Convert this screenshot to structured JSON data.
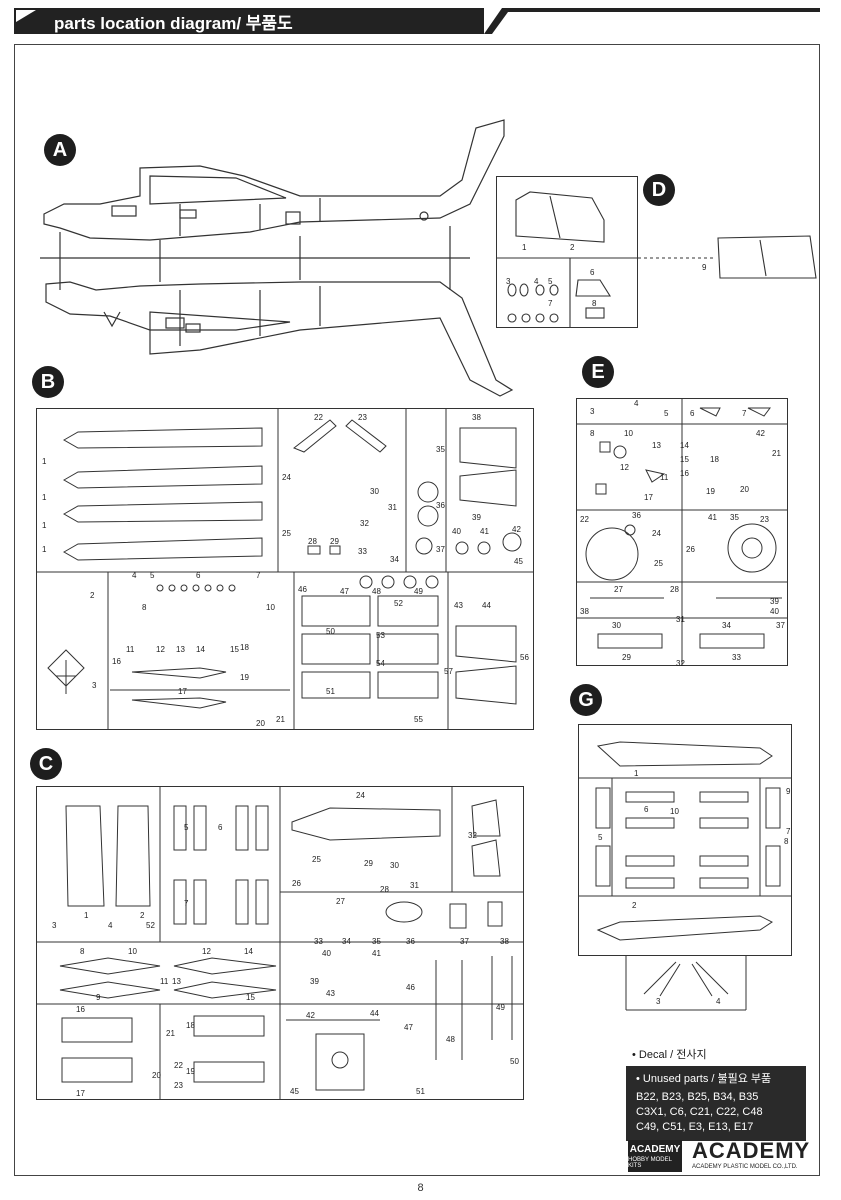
{
  "header": {
    "title": "parts location diagram/ 부품도"
  },
  "sections": {
    "A": "A",
    "B": "B",
    "C": "C",
    "D": "D",
    "E": "E",
    "G": "G"
  },
  "legend": {
    "decal": "Decal / 전사지",
    "unused_title": "Unused parts / 불필요 부품",
    "unused_lines": [
      "B22, B23, B25, B34, B35",
      "C3X1, C6, C21, C22, C48",
      "C49, C51, E3, E13, E17"
    ]
  },
  "branding": {
    "logo_small": "ACADEMY",
    "logo_small_sub": "HOBBY MODEL KITS",
    "logo_big": "ACADEMY",
    "logo_big_sub": "ACADEMY PLASTIC MODEL CO.,LTD."
  },
  "page_number": "8",
  "part_numbers": {
    "D": [
      "1",
      "2",
      "3",
      "4",
      "5",
      "6",
      "7",
      "8",
      "9"
    ],
    "B_top": [
      "1",
      "1",
      "1",
      "1",
      "22",
      "23",
      "24",
      "25",
      "28",
      "29",
      "30",
      "31",
      "32",
      "33",
      "34",
      "35",
      "36",
      "37",
      "38",
      "39",
      "40",
      "41",
      "42",
      "45"
    ],
    "B_bottom": [
      "2",
      "3",
      "4",
      "5",
      "6",
      "7",
      "8",
      "10",
      "11",
      "12",
      "13",
      "14",
      "15",
      "16",
      "17",
      "18",
      "19",
      "20",
      "21",
      "43",
      "44",
      "46",
      "47",
      "48",
      "49",
      "50",
      "51",
      "52",
      "53",
      "54",
      "55",
      "56",
      "57"
    ],
    "E": [
      "3",
      "4",
      "5",
      "6",
      "7",
      "8",
      "10",
      "11",
      "12",
      "13",
      "14",
      "15",
      "16",
      "17",
      "18",
      "19",
      "20",
      "21",
      "22",
      "23",
      "24",
      "25",
      "26",
      "27",
      "28",
      "29",
      "30",
      "31",
      "32",
      "33",
      "34",
      "35",
      "36",
      "37",
      "38",
      "39",
      "40",
      "41",
      "42"
    ],
    "G": [
      "1",
      "2",
      "3",
      "4",
      "5",
      "6",
      "7",
      "8",
      "9",
      "10"
    ],
    "C": [
      "1",
      "2",
      "3",
      "4",
      "5",
      "6",
      "7",
      "8",
      "9",
      "10",
      "11",
      "12",
      "13",
      "14",
      "15",
      "16",
      "17",
      "18",
      "19",
      "20",
      "21",
      "22",
      "23",
      "24",
      "25",
      "26",
      "27",
      "28",
      "29",
      "30",
      "31",
      "32",
      "33",
      "34",
      "35",
      "36",
      "37",
      "38",
      "39",
      "40",
      "41",
      "42",
      "43",
      "44",
      "45",
      "46",
      "47",
      "48",
      "49",
      "50",
      "51",
      "52"
    ]
  }
}
